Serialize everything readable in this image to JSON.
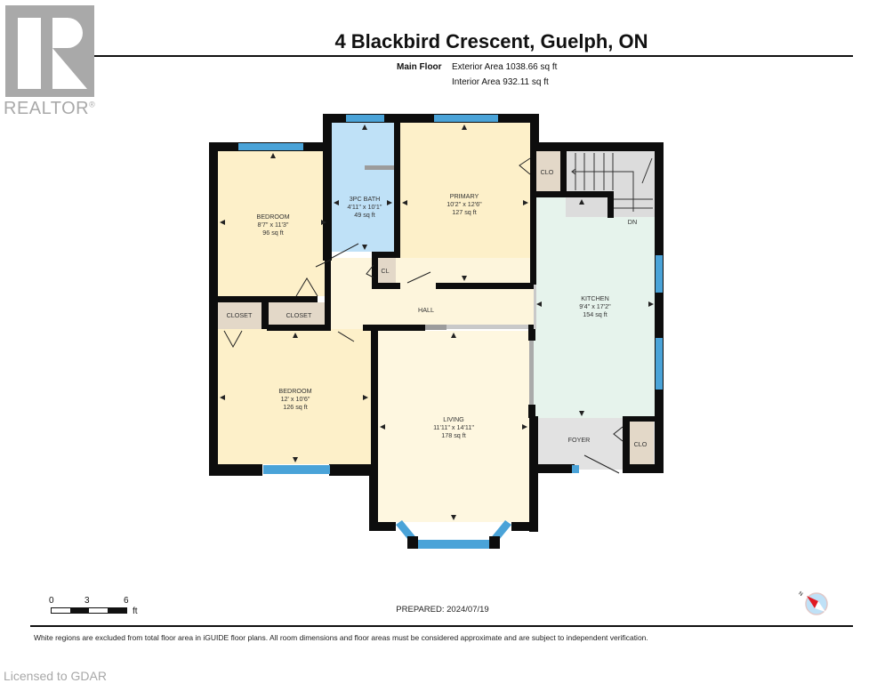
{
  "logo": {
    "icon": "realtor-r-logo-icon",
    "text": "REALTOR",
    "mark": "®"
  },
  "header": {
    "title": "4 Blackbird Crescent, Guelph, ON",
    "floor_label": "Main Floor",
    "exterior_area": "Exterior Area 1038.66 sq ft",
    "interior_area": "Interior Area 932.11 sq ft"
  },
  "rooms": [
    {
      "name": "BEDROOM",
      "dims": "8'7\" x 11'3\"",
      "area": "96 sq ft",
      "color": "#fdf0c9"
    },
    {
      "name": "3PC BATH",
      "dims": "4'11\" x 10'1\"",
      "area": "49 sq ft",
      "color": "#bfe1f7"
    },
    {
      "name": "PRIMARY",
      "dims": "10'2\" x 12'6\"",
      "area": "127 sq ft",
      "color": "#fdf0c9"
    },
    {
      "name": "KITCHEN",
      "dims": "9'4\" x 17'2\"",
      "area": "154 sq ft",
      "color": "#e6f3ec"
    },
    {
      "name": "BEDROOM",
      "dims": "12' x 10'6\"",
      "area": "126 sq ft",
      "color": "#fdf0c9"
    },
    {
      "name": "LIVING",
      "dims": "11'11\" x 14'11\"",
      "area": "178 sq ft",
      "color": "#fef7e0"
    }
  ],
  "small_spaces": {
    "closet_1": "CLOSET",
    "closet_2": "CLOSET",
    "cl": "CL",
    "clo_top": "CLO",
    "clo_foyer": "CLO",
    "hall": "HALL",
    "foyer": "FOYER",
    "stairs": "DN"
  },
  "colors": {
    "wall": "#0d0d0d",
    "window": "#4aa3d8",
    "bedroom": "#fdf0c9",
    "bath": "#bfe1f7",
    "kitchen": "#e6f3ec",
    "living": "#fef7e0",
    "hall": "#fdf5dc",
    "closet": "#e3d8c8",
    "stairs": "#dcdcdc",
    "foyer": "#e2e2e2"
  },
  "scale": {
    "labels": [
      "0",
      "3",
      "6"
    ],
    "unit": "ft"
  },
  "prepared": "PREPARED: 2024/07/19",
  "compass": {
    "label": "N",
    "icon": "north-compass-icon"
  },
  "disclaimer": "White regions are excluded from total floor area in iGUIDE floor plans. All room dimensions and floor areas must be considered approximate and are subject to independent verification.",
  "watermark": "Licensed to GDAR"
}
